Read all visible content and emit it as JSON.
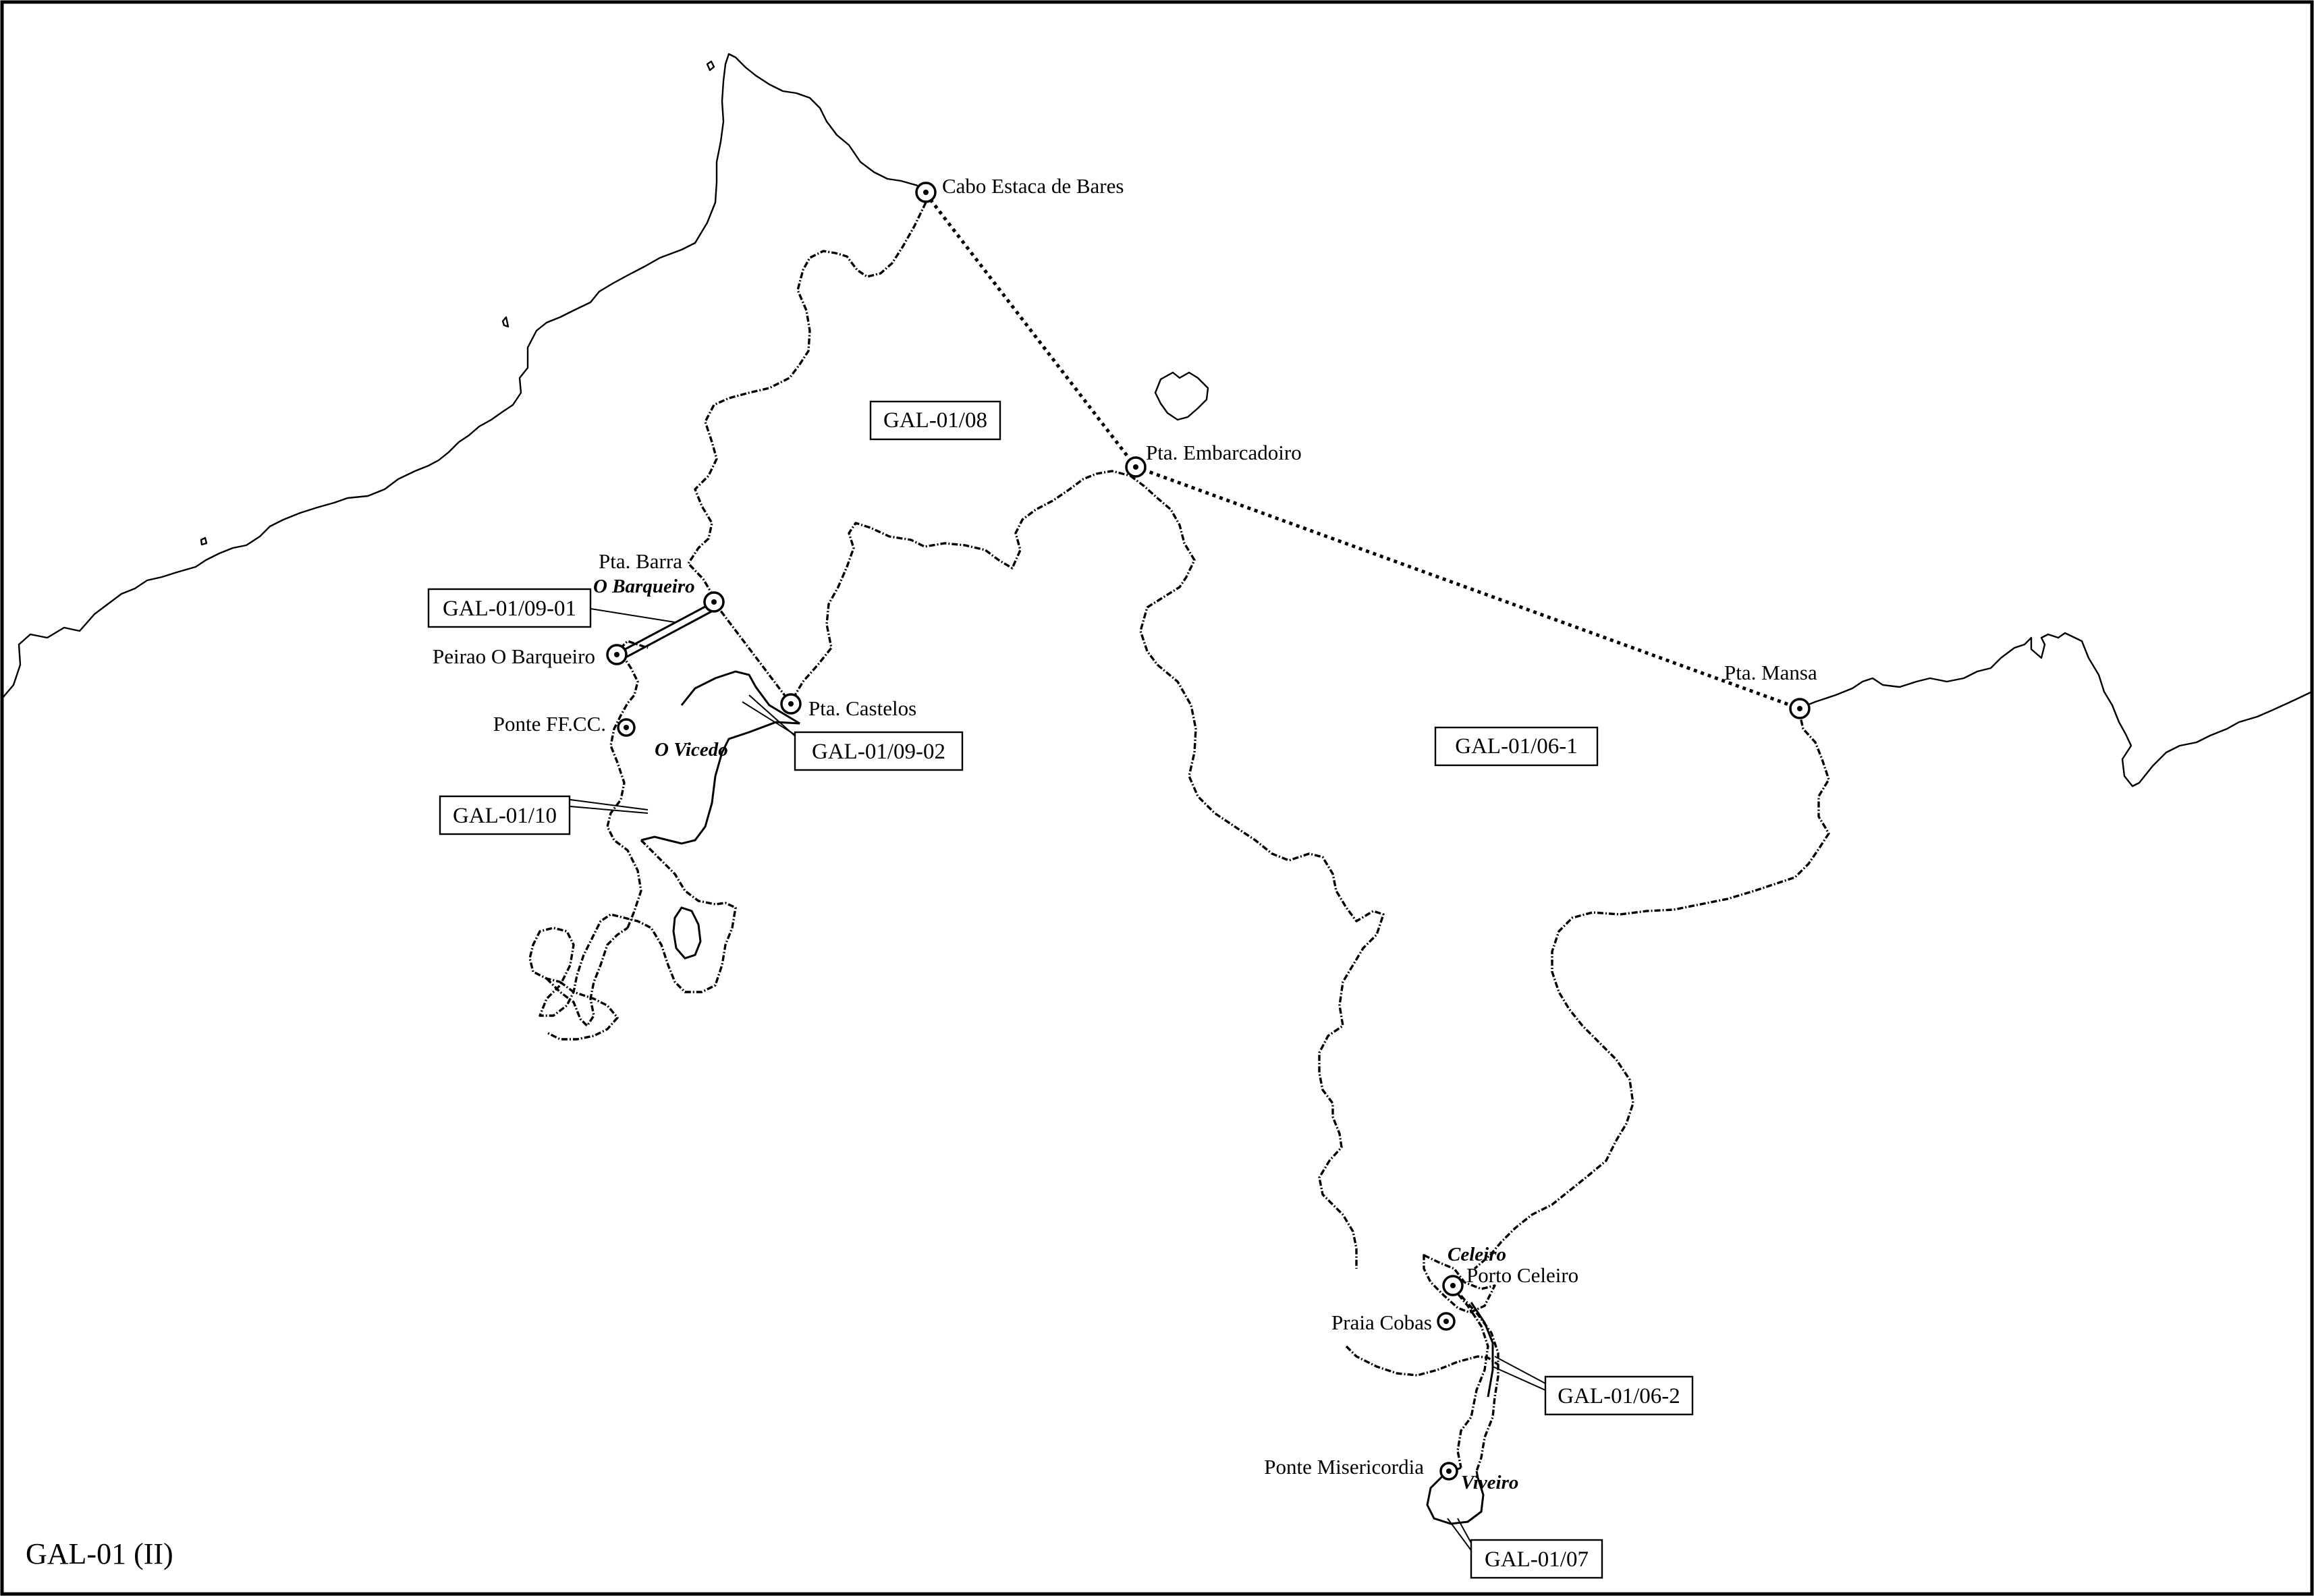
{
  "map": {
    "sheet_label": "GAL-01 (II)",
    "points": [
      {
        "id": "cabo-estaca-de-bares",
        "label": "Cabo Estaca de Bares"
      },
      {
        "id": "pta-embarcadoiro",
        "label": "Pta. Embarcadoiro"
      },
      {
        "id": "pta-mansa",
        "label": "Pta. Mansa"
      },
      {
        "id": "pta-barra",
        "label": "Pta. Barra"
      },
      {
        "id": "peirao-o-barqueiro",
        "label": "Peirao O Barqueiro"
      },
      {
        "id": "pta-castelos",
        "label": "Pta. Castelos"
      },
      {
        "id": "ponte-ffcc",
        "label": "Ponte FF.CC."
      },
      {
        "id": "porto-celeiro",
        "label": "Porto Celeiro"
      },
      {
        "id": "praia-cobas",
        "label": "Praia Cobas"
      },
      {
        "id": "ponte-misericordia",
        "label": "Ponte Misericordia"
      }
    ],
    "towns": [
      {
        "id": "o-barqueiro",
        "label": "O Barqueiro"
      },
      {
        "id": "o-vicedo",
        "label": "O Vicedo"
      },
      {
        "id": "celeiro",
        "label": "Celeiro"
      },
      {
        "id": "viveiro",
        "label": "Viveiro"
      }
    ],
    "zones": [
      {
        "id": "gal-01-08",
        "label": "GAL-01/08"
      },
      {
        "id": "gal-01-06-1",
        "label": "GAL-01/06-1"
      },
      {
        "id": "gal-01-09-01",
        "label": "GAL-01/09-01"
      },
      {
        "id": "gal-01-09-02",
        "label": "GAL-01/09-02"
      },
      {
        "id": "gal-01-10",
        "label": "GAL-01/10"
      },
      {
        "id": "gal-01-06-2",
        "label": "GAL-01/06-2"
      },
      {
        "id": "gal-01-07",
        "label": "GAL-01/07"
      }
    ]
  }
}
